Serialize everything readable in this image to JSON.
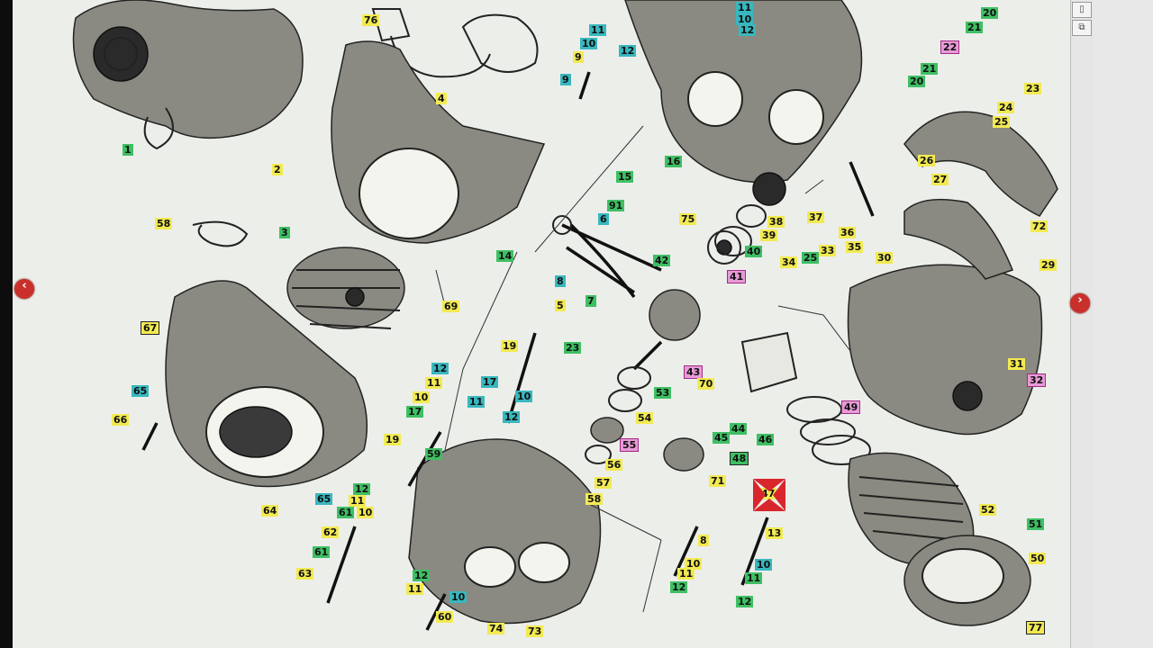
{
  "navigation": {
    "prev_icon": "chevron-left-icon",
    "next_icon": "chevron-right-icon",
    "prev_glyph": "‹",
    "next_glyph": "›"
  },
  "scroll_buttons": [
    {
      "glyph": "▯"
    },
    {
      "glyph": "⧉"
    }
  ],
  "colors": {
    "yellow": "#f2ea52",
    "green": "#3fbf64",
    "cyan": "#39b7bf",
    "pink": "#e89ad6",
    "marker_red": "#d8262c"
  },
  "callouts": [
    {
      "id": "c76",
      "label": "76",
      "style": "y"
    },
    {
      "id": "c1",
      "label": "1",
      "style": "g"
    },
    {
      "id": "c2",
      "label": "2",
      "style": "y"
    },
    {
      "id": "c4",
      "label": "4",
      "style": "y"
    },
    {
      "id": "c3",
      "label": "3",
      "style": "g"
    },
    {
      "id": "c58a",
      "label": "58",
      "style": "y"
    },
    {
      "id": "c67",
      "label": "67",
      "style": "by"
    },
    {
      "id": "c69",
      "label": "69",
      "style": "y"
    },
    {
      "id": "c9a",
      "label": "9",
      "style": "y"
    },
    {
      "id": "c9b",
      "label": "9",
      "style": "c"
    },
    {
      "id": "c10a",
      "label": "10",
      "style": "c"
    },
    {
      "id": "c11a",
      "label": "11",
      "style": "c"
    },
    {
      "id": "c11b",
      "label": "11",
      "style": "c"
    },
    {
      "id": "c12a",
      "label": "12",
      "style": "c"
    },
    {
      "id": "c12b",
      "label": "12",
      "style": "c"
    },
    {
      "id": "c10b",
      "label": "10",
      "style": "c"
    },
    {
      "id": "c20a",
      "label": "20",
      "style": "g"
    },
    {
      "id": "c21a",
      "label": "21",
      "style": "g"
    },
    {
      "id": "c22",
      "label": "22",
      "style": "p"
    },
    {
      "id": "c23",
      "label": "23",
      "style": "y"
    },
    {
      "id": "c21b",
      "label": "21",
      "style": "g"
    },
    {
      "id": "c20b",
      "label": "20",
      "style": "g"
    },
    {
      "id": "c24",
      "label": "24",
      "style": "y"
    },
    {
      "id": "c25a",
      "label": "25",
      "style": "y"
    },
    {
      "id": "c26",
      "label": "26",
      "style": "y"
    },
    {
      "id": "c27",
      "label": "27",
      "style": "y"
    },
    {
      "id": "c72",
      "label": "72",
      "style": "y"
    },
    {
      "id": "c16",
      "label": "16",
      "style": "g"
    },
    {
      "id": "c15",
      "label": "15",
      "style": "g"
    },
    {
      "id": "c91",
      "label": "91",
      "style": "g"
    },
    {
      "id": "c6",
      "label": "6",
      "style": "c"
    },
    {
      "id": "c75",
      "label": "75",
      "style": "y"
    },
    {
      "id": "c37",
      "label": "37",
      "style": "y"
    },
    {
      "id": "c38",
      "label": "38",
      "style": "y"
    },
    {
      "id": "c39",
      "label": "39",
      "style": "y"
    },
    {
      "id": "c40",
      "label": "40",
      "style": "g"
    },
    {
      "id": "c41",
      "label": "41",
      "style": "p"
    },
    {
      "id": "c42",
      "label": "42",
      "style": "g"
    },
    {
      "id": "c14",
      "label": "14",
      "style": "g"
    },
    {
      "id": "c8a",
      "label": "8",
      "style": "c"
    },
    {
      "id": "c7",
      "label": "7",
      "style": "g"
    },
    {
      "id": "c5",
      "label": "5",
      "style": "y"
    },
    {
      "id": "c36",
      "label": "36",
      "style": "y"
    },
    {
      "id": "c35",
      "label": "35",
      "style": "y"
    },
    {
      "id": "c34",
      "label": "34",
      "style": "y"
    },
    {
      "id": "c25b",
      "label": "25",
      "style": "g"
    },
    {
      "id": "c33",
      "label": "33",
      "style": "y"
    },
    {
      "id": "c30",
      "label": "30",
      "style": "y"
    },
    {
      "id": "c29",
      "label": "29",
      "style": "y"
    },
    {
      "id": "c19a",
      "label": "19",
      "style": "y"
    },
    {
      "id": "c23b",
      "label": "23",
      "style": "g"
    },
    {
      "id": "c43",
      "label": "43",
      "style": "p"
    },
    {
      "id": "c70",
      "label": "70",
      "style": "y"
    },
    {
      "id": "c53",
      "label": "53",
      "style": "g"
    },
    {
      "id": "c54",
      "label": "54",
      "style": "y"
    },
    {
      "id": "c31",
      "label": "31",
      "style": "y"
    },
    {
      "id": "c32",
      "label": "32",
      "style": "p"
    },
    {
      "id": "c49",
      "label": "49",
      "style": "p"
    },
    {
      "id": "c65a",
      "label": "65",
      "style": "c"
    },
    {
      "id": "c66",
      "label": "66",
      "style": "y"
    },
    {
      "id": "c12c",
      "label": "12",
      "style": "c"
    },
    {
      "id": "c11c",
      "label": "11",
      "style": "y"
    },
    {
      "id": "c10c",
      "label": "10",
      "style": "y"
    },
    {
      "id": "c17a",
      "label": "17",
      "style": "g"
    },
    {
      "id": "c19b",
      "label": "19",
      "style": "y"
    },
    {
      "id": "c59",
      "label": "59",
      "style": "g"
    },
    {
      "id": "c17b",
      "label": "17",
      "style": "c"
    },
    {
      "id": "c10d",
      "label": "10",
      "style": "c"
    },
    {
      "id": "c11d",
      "label": "11",
      "style": "c"
    },
    {
      "id": "c12d",
      "label": "12",
      "style": "c"
    },
    {
      "id": "c44",
      "label": "44",
      "style": "g"
    },
    {
      "id": "c45",
      "label": "45",
      "style": "g"
    },
    {
      "id": "c46",
      "label": "46",
      "style": "g"
    },
    {
      "id": "c48",
      "label": "48",
      "style": "bg"
    },
    {
      "id": "c55",
      "label": "55",
      "style": "p"
    },
    {
      "id": "c56",
      "label": "56",
      "style": "y"
    },
    {
      "id": "c57",
      "label": "57",
      "style": "y"
    },
    {
      "id": "c58b",
      "label": "58",
      "style": "y"
    },
    {
      "id": "c71",
      "label": "71",
      "style": "y"
    },
    {
      "id": "c47",
      "label": "47",
      "style": "y"
    },
    {
      "id": "c13",
      "label": "13",
      "style": "y"
    },
    {
      "id": "c52",
      "label": "52",
      "style": "y"
    },
    {
      "id": "c51",
      "label": "51",
      "style": "g"
    },
    {
      "id": "c50",
      "label": "50",
      "style": "y"
    },
    {
      "id": "c77",
      "label": "77",
      "style": "by"
    },
    {
      "id": "c65b",
      "label": "65",
      "style": "c"
    },
    {
      "id": "c64",
      "label": "64",
      "style": "y"
    },
    {
      "id": "c12e",
      "label": "12",
      "style": "g"
    },
    {
      "id": "c11e",
      "label": "11",
      "style": "y"
    },
    {
      "id": "c61a",
      "label": "61",
      "style": "g"
    },
    {
      "id": "c10e",
      "label": "10",
      "style": "y"
    },
    {
      "id": "c62",
      "label": "62",
      "style": "y"
    },
    {
      "id": "c61b",
      "label": "61",
      "style": "g"
    },
    {
      "id": "c63",
      "label": "63",
      "style": "y"
    },
    {
      "id": "c12f",
      "label": "12",
      "style": "g"
    },
    {
      "id": "c11f",
      "label": "11",
      "style": "y"
    },
    {
      "id": "c10f",
      "label": "10",
      "style": "c"
    },
    {
      "id": "c60",
      "label": "60",
      "style": "y"
    },
    {
      "id": "c74",
      "label": "74",
      "style": "y"
    },
    {
      "id": "c73",
      "label": "73",
      "style": "y"
    },
    {
      "id": "c8b",
      "label": "8",
      "style": "y"
    },
    {
      "id": "c10g",
      "label": "10",
      "style": "y"
    },
    {
      "id": "c11g",
      "label": "11",
      "style": "y"
    },
    {
      "id": "c12g",
      "label": "12",
      "style": "g"
    },
    {
      "id": "c10h",
      "label": "10",
      "style": "c"
    },
    {
      "id": "c11h",
      "label": "11",
      "style": "g"
    },
    {
      "id": "c12h",
      "label": "12",
      "style": "g"
    }
  ]
}
